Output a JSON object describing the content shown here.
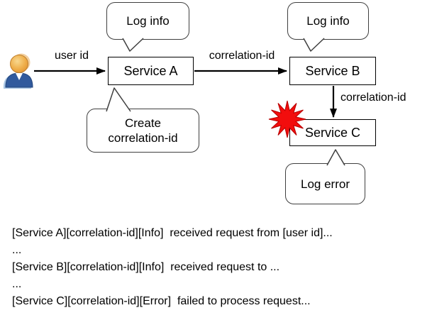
{
  "diagram": {
    "actor": {
      "icon": "person-icon"
    },
    "nodes": {
      "a": {
        "label": "Service A"
      },
      "b": {
        "label": "Service B"
      },
      "c": {
        "label": "Service C"
      }
    },
    "edges": {
      "user_to_a": {
        "label": "user id"
      },
      "a_to_b": {
        "label": "correlation-id"
      },
      "b_to_c": {
        "label": "correlation-id"
      }
    },
    "callouts": {
      "a_top": {
        "label": "Log info"
      },
      "b_top": {
        "label": "Log info"
      },
      "a_bottom": {
        "label": "Create correlation-id"
      },
      "c_bottom": {
        "label": "Log error"
      }
    },
    "error_icon": "burst-icon",
    "colors": {
      "burst_fill": "#F20D0D",
      "burst_border": "#B80000",
      "box_border": "#000000",
      "callout_border": "#3F3F3F",
      "arrow": "#000000",
      "actor_head": "#EFAF4B",
      "actor_body": "#315A9D"
    }
  },
  "log": {
    "lines": [
      "[Service A][correlation-id][Info]  received request from [user id]...",
      "...",
      "[Service B][correlation-id][Info]  received request to ...",
      "...",
      "[Service C][correlation-id][Error]  failed to process request..."
    ]
  }
}
